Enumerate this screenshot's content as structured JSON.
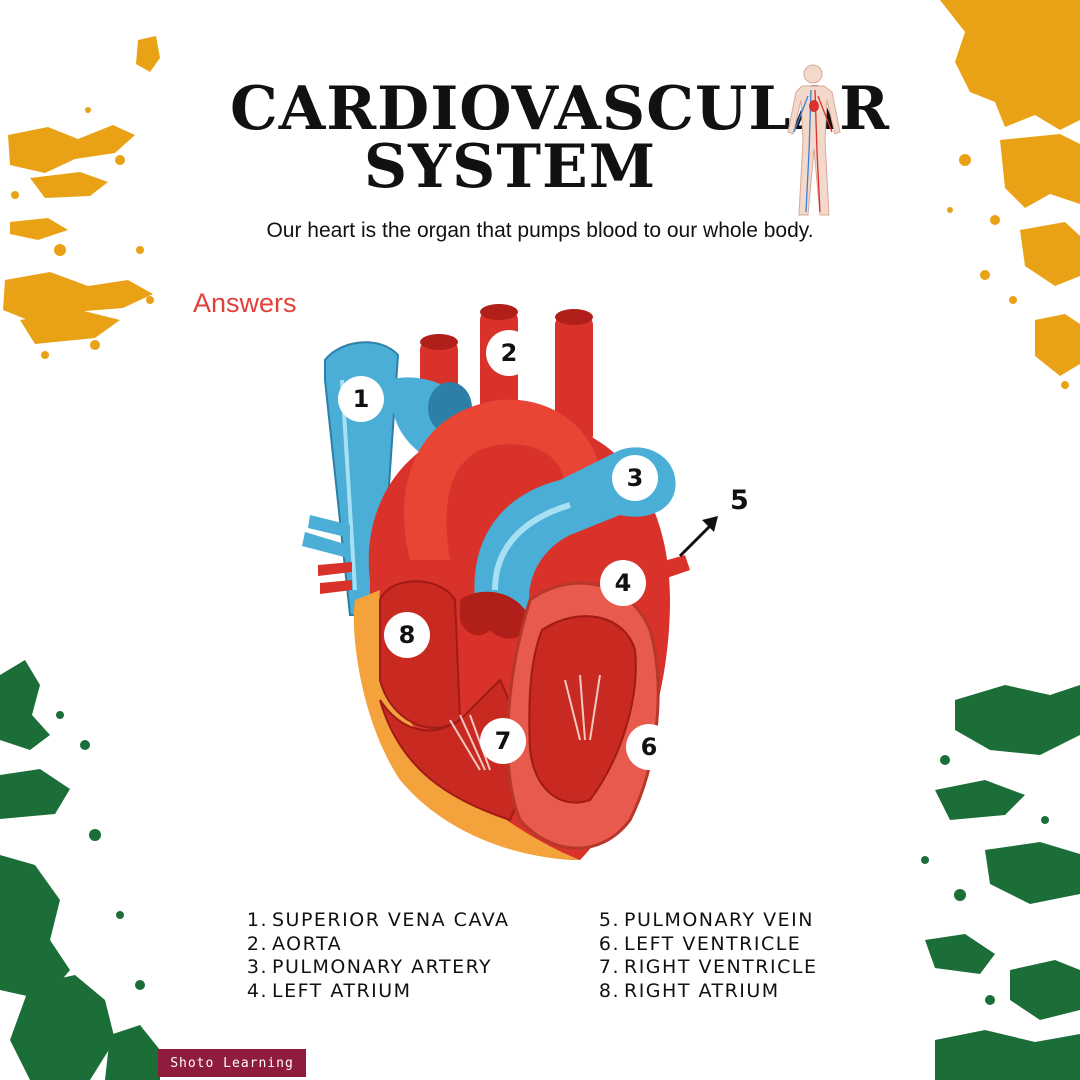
{
  "title": {
    "line1": "CARDIOVASCULAR",
    "line2": "SYSTEM"
  },
  "subtitle": "Our heart is the organ that pumps blood to our whole body.",
  "answers_heading": "Answers",
  "markers": [
    "1",
    "2",
    "3",
    "4",
    "5",
    "6",
    "7",
    "8"
  ],
  "legend": [
    {
      "num": "1.",
      "label": "SUPERIOR VENA CAVA"
    },
    {
      "num": "2.",
      "label": "AORTA"
    },
    {
      "num": "3.",
      "label": "PULMONARY ARTERY"
    },
    {
      "num": "4.",
      "label": "LEFT ATRIUM"
    },
    {
      "num": "5.",
      "label": "PULMONARY VEIN"
    },
    {
      "num": "6.",
      "label": "LEFT VENTRICLE"
    },
    {
      "num": "7.",
      "label": "RIGHT VENTRICLE"
    },
    {
      "num": "8.",
      "label": "RIGHT ATRIUM"
    }
  ],
  "brand": "Shoto Learning",
  "colors": {
    "accent_orange": "#e9a215",
    "accent_green": "#1b6e37",
    "heading_red": "#e2403b",
    "badge_bg": "#8f1b3d",
    "artery_red": "#d8322a",
    "vein_blue": "#4aaed6"
  }
}
